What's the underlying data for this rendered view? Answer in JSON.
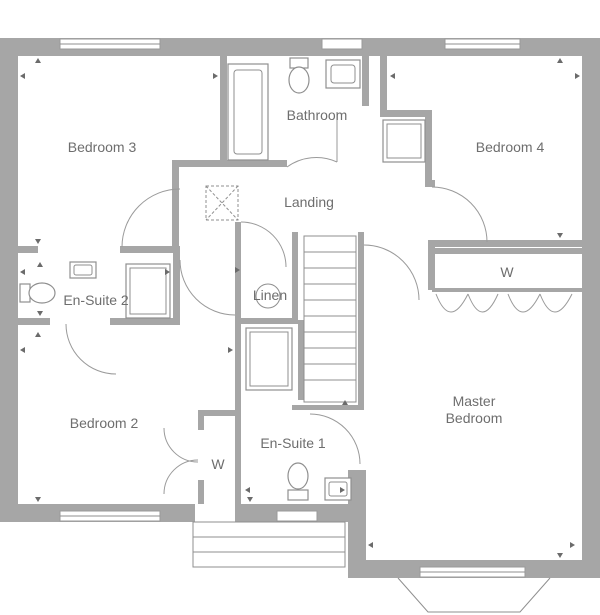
{
  "rooms": {
    "bedroom3": "Bedroom 3",
    "bathroom": "Bathroom",
    "bedroom4": "Bedroom 4",
    "landing": "Landing",
    "ensuite2": "En-Suite 2",
    "linen": "Linen",
    "wardrobe_master": "W",
    "master_line1": "Master",
    "master_line2": "Bedroom",
    "bedroom2": "Bedroom 2",
    "wardrobe_bedroom2": "W",
    "ensuite1": "En-Suite 1"
  },
  "colors": {
    "wall": "#a6a6a6",
    "text": "#6e6e6e",
    "fixture_stroke": "#8f8f8f"
  }
}
